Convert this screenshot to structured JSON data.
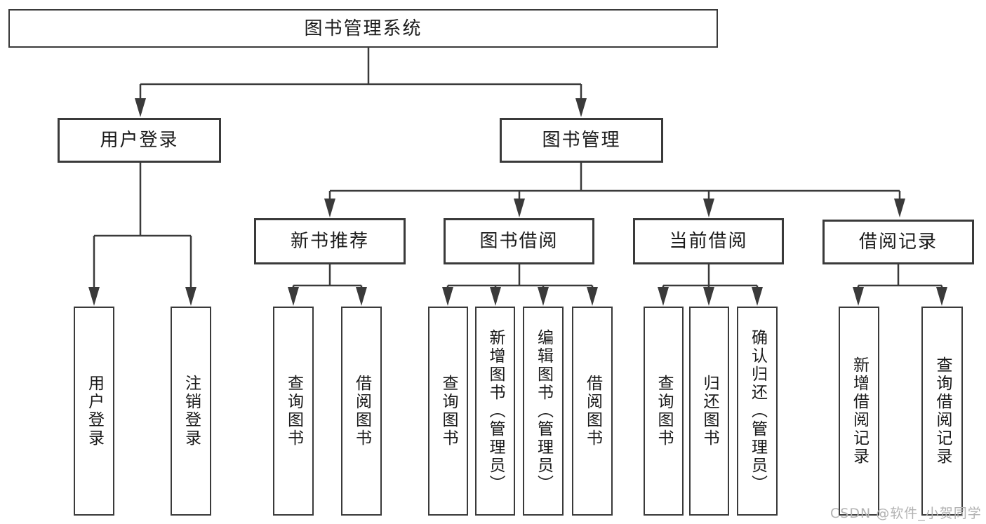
{
  "diagram": {
    "root": {
      "label": "图书管理系统"
    },
    "user": {
      "label": "用户登录",
      "children": [
        {
          "label": "用户登录"
        },
        {
          "label": "注销登录"
        }
      ]
    },
    "books": {
      "label": "图书管理",
      "sections": [
        {
          "label": "新书推荐",
          "children": [
            {
              "label": "查询图书"
            },
            {
              "label": "借阅图书"
            }
          ]
        },
        {
          "label": "图书借阅",
          "children": [
            {
              "label": "查询图书"
            },
            {
              "label": "新增图书（管理员）"
            },
            {
              "label": "编辑图书（管理员）"
            },
            {
              "label": "借阅图书"
            }
          ]
        },
        {
          "label": "当前借阅",
          "children": [
            {
              "label": "查询图书"
            },
            {
              "label": "归还图书"
            },
            {
              "label": "确认归还（管理员）"
            }
          ]
        },
        {
          "label": "借阅记录",
          "children": [
            {
              "label": "新增借阅记录"
            },
            {
              "label": "查询借阅记录"
            }
          ]
        }
      ]
    }
  },
  "watermark": {
    "text": "CSDN @软件_小贺同学"
  },
  "colors": {
    "line": "#3a3a3a",
    "text": "#1a1a1a",
    "watermark": "#b2b2b2",
    "background": "#ffffff"
  }
}
